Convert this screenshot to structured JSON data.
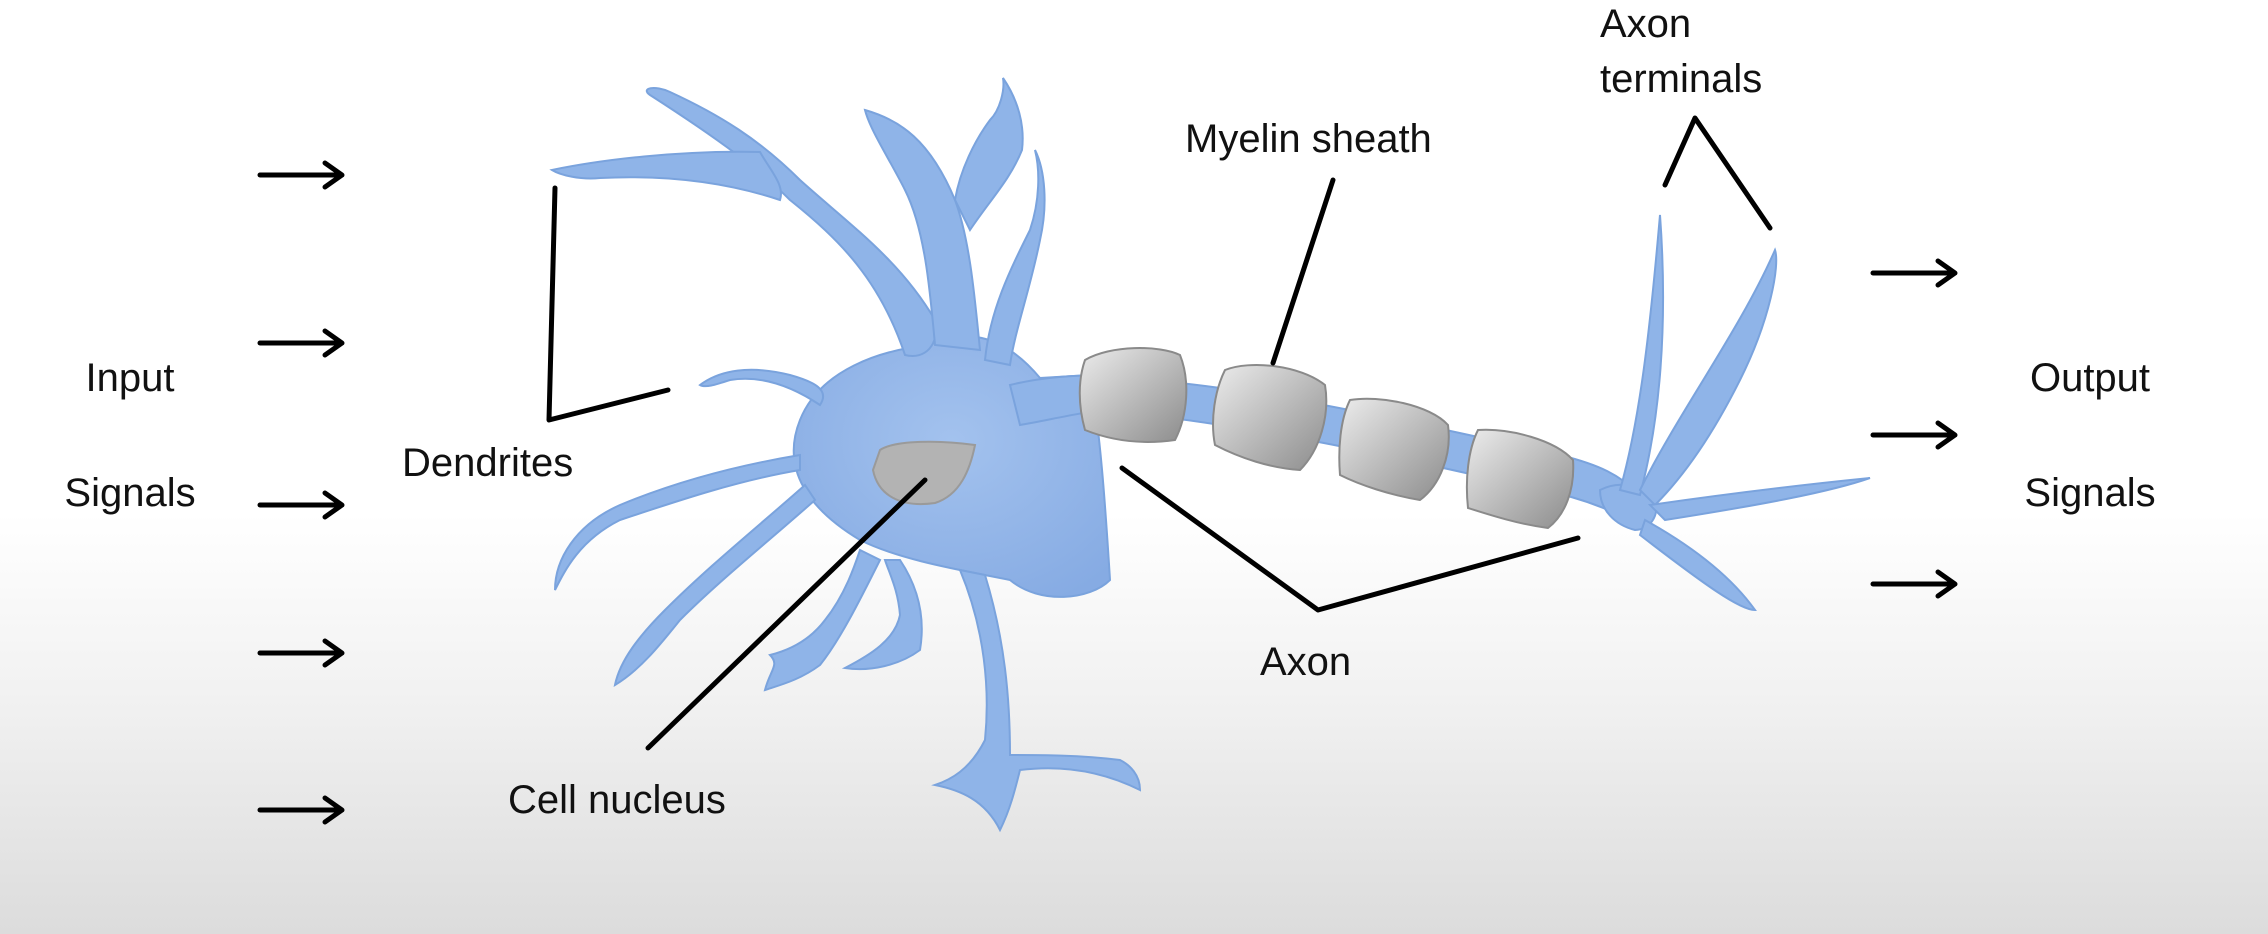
{
  "labels": {
    "input": "Input",
    "input_signals": "Signals",
    "dendrites": "Dendrites",
    "cell_nucleus": "Cell nucleus",
    "myelin_sheath": "Myelin sheath",
    "axon": "Axon",
    "axon_terminals_line1": "Axon",
    "axon_terminals_line2": "terminals",
    "output": "Output",
    "output_signals": "Signals"
  },
  "colors": {
    "cell_body": "#8fb4e8",
    "nucleus": "#b3b3b3",
    "myelin_light": "#e6e6e6",
    "myelin_dark": "#8c8c8c",
    "leader_lines": "#000000"
  },
  "input_arrow_count": 5,
  "output_arrow_count": 3,
  "myelin_segment_count": 4
}
